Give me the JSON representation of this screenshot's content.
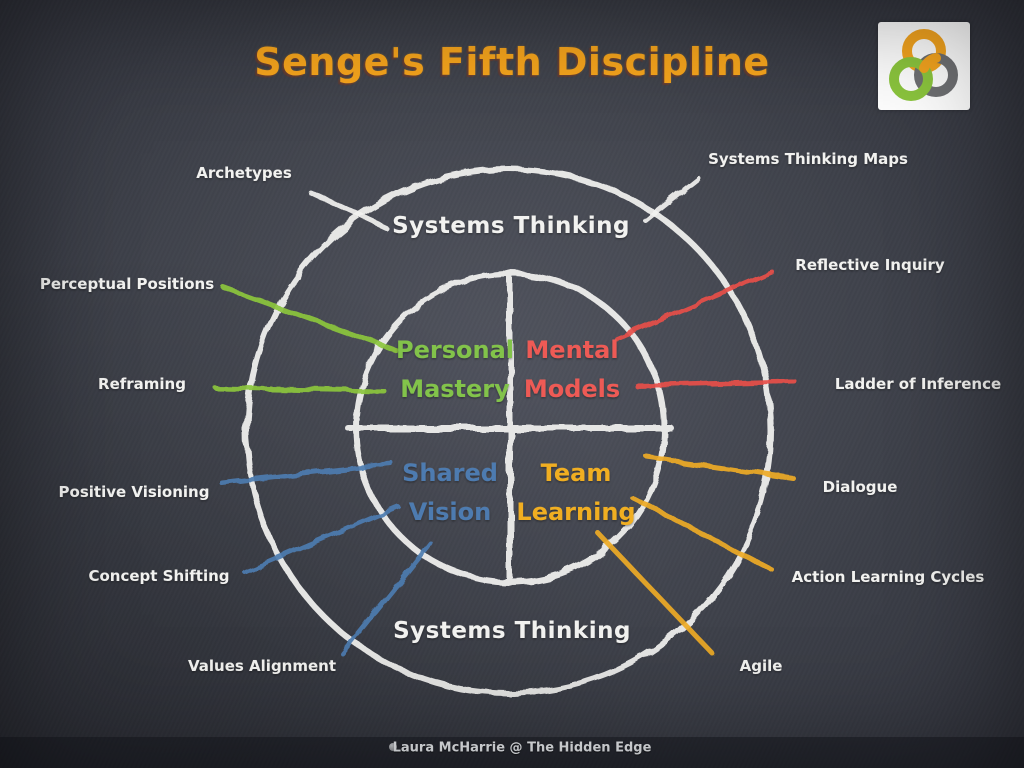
{
  "title": "Senge's Fifth Discipline",
  "logo": {
    "name": "hidden-edge-logo",
    "ring_colors": {
      "top": "#f5a51f",
      "right": "#6f7073",
      "bottom_left": "#8cc63e"
    }
  },
  "outer_ring": {
    "top_label": "Systems Thinking",
    "bottom_label": "Systems Thinking"
  },
  "disciplines": {
    "personal_mastery": {
      "word1": "Personal",
      "word2": "Mastery",
      "color": "#82c34a"
    },
    "mental_models": {
      "word1": "Mental",
      "word2": "Models",
      "color": "#ee5a55"
    },
    "shared_vision": {
      "word1": "Shared",
      "word2": "Vision",
      "color": "#4d7bb0"
    },
    "team_learning": {
      "word1": "Team",
      "word2": "Learning",
      "color": "#f0ae21"
    }
  },
  "tools": [
    {
      "label": "Archetypes",
      "connector_color": "#f2f2f0"
    },
    {
      "label": "Systems Thinking Maps",
      "connector_color": "#f2f2f0"
    },
    {
      "label": "Perceptual Positions",
      "connector_color": "#8cc63e"
    },
    {
      "label": "Reflective Inquiry",
      "connector_color": "#e8504a"
    },
    {
      "label": "Reframing",
      "connector_color": "#8cc63e"
    },
    {
      "label": "Ladder of Inference",
      "connector_color": "#e8504a"
    },
    {
      "label": "Positive Visioning",
      "connector_color": "#4d7bb0"
    },
    {
      "label": "Dialogue",
      "connector_color": "#eeab25"
    },
    {
      "label": "Concept Shifting",
      "connector_color": "#4d7bb0"
    },
    {
      "label": "Action Learning Cycles",
      "connector_color": "#eeab25"
    },
    {
      "label": "Values Alignment",
      "connector_color": "#4d7bb0"
    },
    {
      "label": "Agile",
      "connector_color": "#eeab25"
    }
  ],
  "footer": {
    "credit": "Laura McHarrie @ The Hidden Edge"
  },
  "colors": {
    "background": "#3d4049",
    "chalk_white": "#f2f2f0",
    "title_yellow": "#f8a61d"
  }
}
